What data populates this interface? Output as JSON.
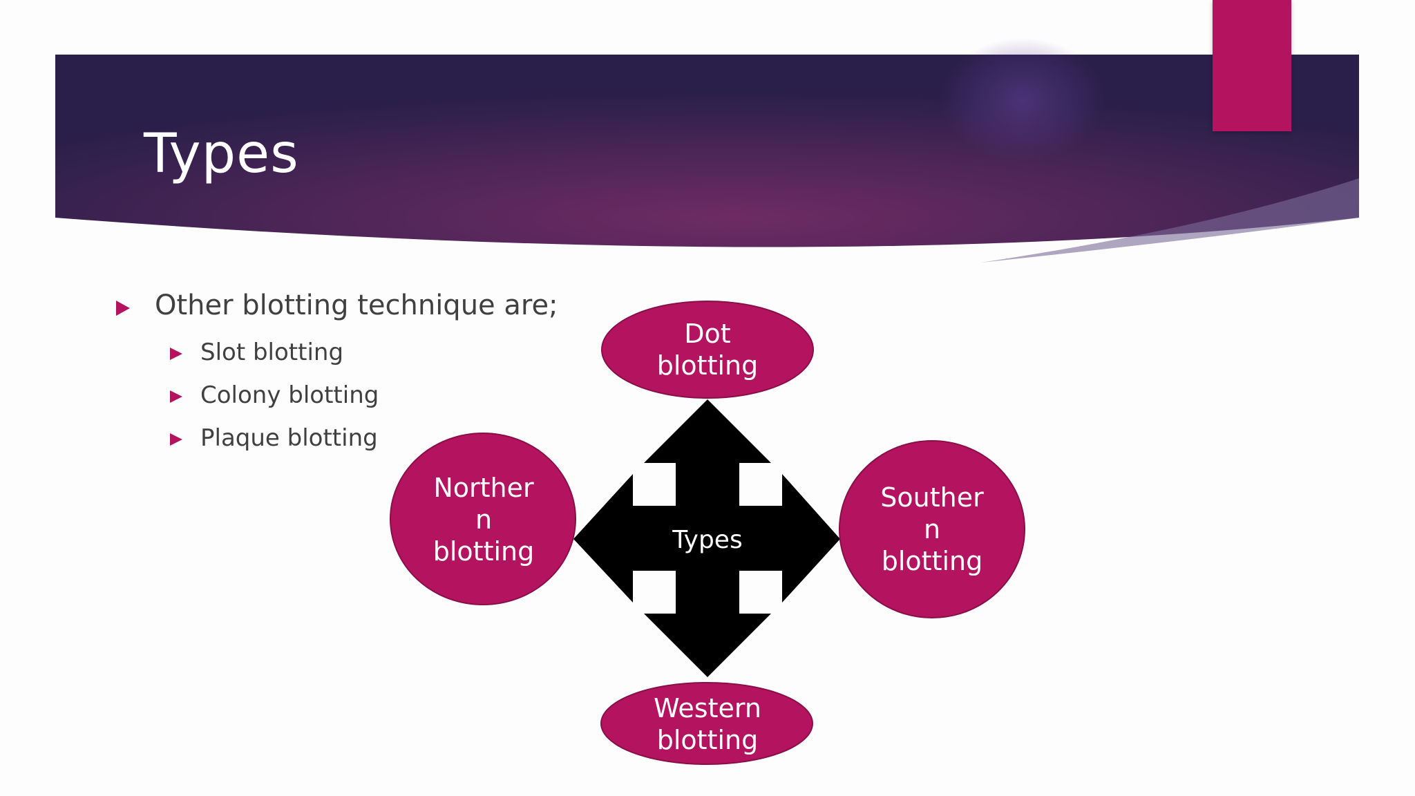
{
  "slide": {
    "title": "Types"
  },
  "bullets": {
    "main": "Other blotting technique are;",
    "sub": [
      "Slot blotting",
      "Colony blotting",
      "Plaque blotting"
    ]
  },
  "diagram": {
    "center": "Types",
    "nodes": {
      "top": [
        "Dot",
        "blotting"
      ],
      "left": [
        "Norther",
        "n",
        "blotting"
      ],
      "right": [
        "Souther",
        "n",
        "blotting"
      ],
      "bottom": [
        "Western",
        "blotting"
      ]
    }
  },
  "colors": {
    "accent": "#b3135f",
    "banner_dark": "#2a1f4a",
    "banner_mid": "#6a2a62",
    "arrow": "#000000"
  }
}
